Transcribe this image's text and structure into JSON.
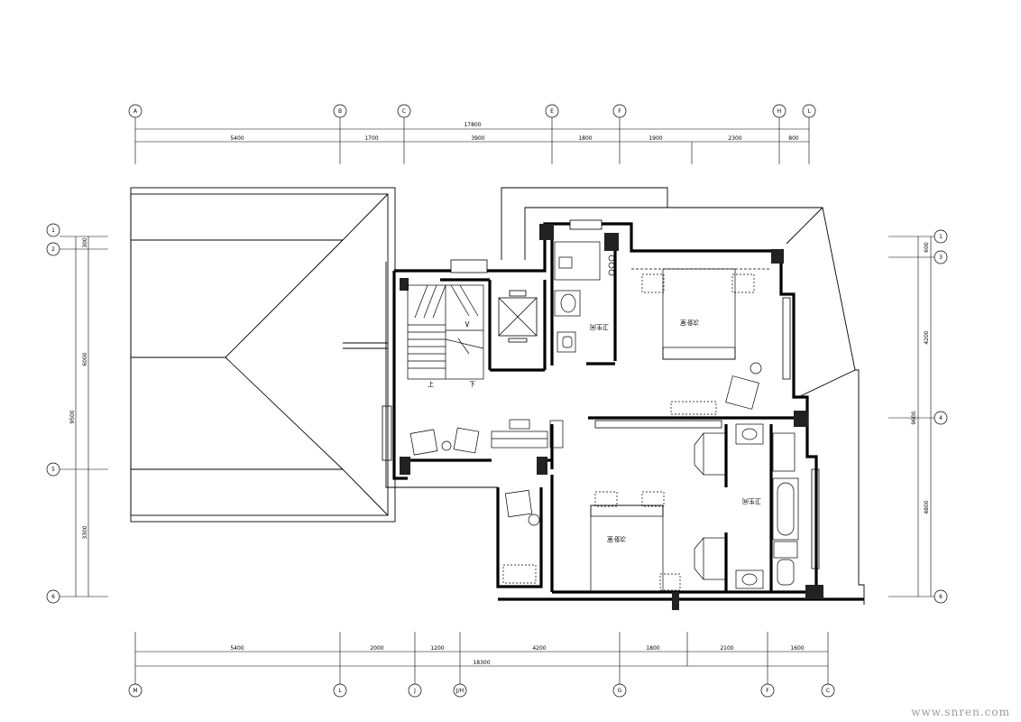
{
  "top_grid": {
    "labels": [
      "A",
      "B",
      "C",
      "E",
      "F",
      "H",
      "L"
    ],
    "total": "17800",
    "segments": [
      "5400",
      "1700",
      "3900",
      "1800",
      "1900",
      "2300",
      "800"
    ]
  },
  "bottom_grid": {
    "labels": [
      "M",
      "L",
      "J",
      "J/H",
      "G",
      "F",
      "C"
    ],
    "total": "18300",
    "segments": [
      "5400",
      "2000",
      "1200",
      "4200",
      "1800",
      "2100",
      "1600"
    ]
  },
  "left_grid": {
    "labels": [
      "1",
      "2",
      "5",
      "6"
    ],
    "total": "9500",
    "segments": [
      "300",
      "6000",
      "3300"
    ]
  },
  "right_grid": {
    "labels": [
      "1",
      "3",
      "4",
      "6"
    ],
    "total": "9600",
    "segments": [
      "600",
      "4200",
      "4800"
    ]
  },
  "rooms": {
    "bath_left": "卫生间",
    "bedroom_upper": "次卧室",
    "bedroom_lower": "次卧室",
    "bath_right": "卫生间",
    "stair_up": "上",
    "stair_down": "下"
  },
  "watermark": "www.snren.com"
}
